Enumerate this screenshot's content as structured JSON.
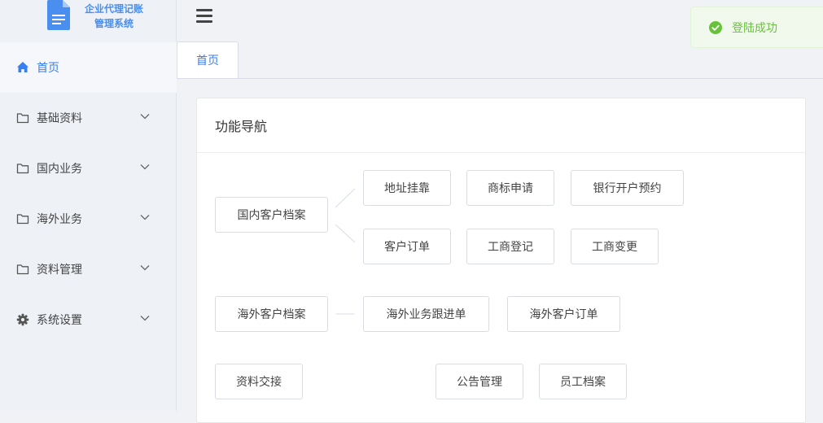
{
  "app": {
    "title_line1": "企业代理记账",
    "title_line2": "管理系统"
  },
  "sidebar": {
    "items": [
      {
        "label": "首页",
        "icon": "home-icon",
        "active": true
      },
      {
        "label": "基础资料",
        "icon": "folder-icon"
      },
      {
        "label": "国内业务",
        "icon": "folder-icon"
      },
      {
        "label": "海外业务",
        "icon": "folder-icon"
      },
      {
        "label": "资料管理",
        "icon": "folder-icon"
      },
      {
        "label": "系统设置",
        "icon": "gear-icon"
      }
    ]
  },
  "tabs": [
    {
      "label": "首页",
      "active": true
    }
  ],
  "panel": {
    "title": "功能导航"
  },
  "nav_buttons": {
    "domestic_customer_file": "国内客户档案",
    "address_affiliation": "地址挂靠",
    "trademark_application": "商标申请",
    "bank_account_booking": "银行开户预约",
    "customer_order": "客户订单",
    "business_registration": "工商登记",
    "business_change": "工商变更",
    "overseas_customer_file": "海外客户档案",
    "overseas_business_tracking": "海外业务跟进单",
    "overseas_customer_order": "海外客户订单",
    "data_handover": "资料交接",
    "notice_management": "公告管理",
    "employee_file": "员工档案"
  },
  "toast": {
    "message": "登陆成功",
    "icon": "check-circle-icon"
  },
  "colors": {
    "accent": "#3a7df0",
    "success": "#67c23a",
    "sidebar_bg": "#eef1f6"
  }
}
